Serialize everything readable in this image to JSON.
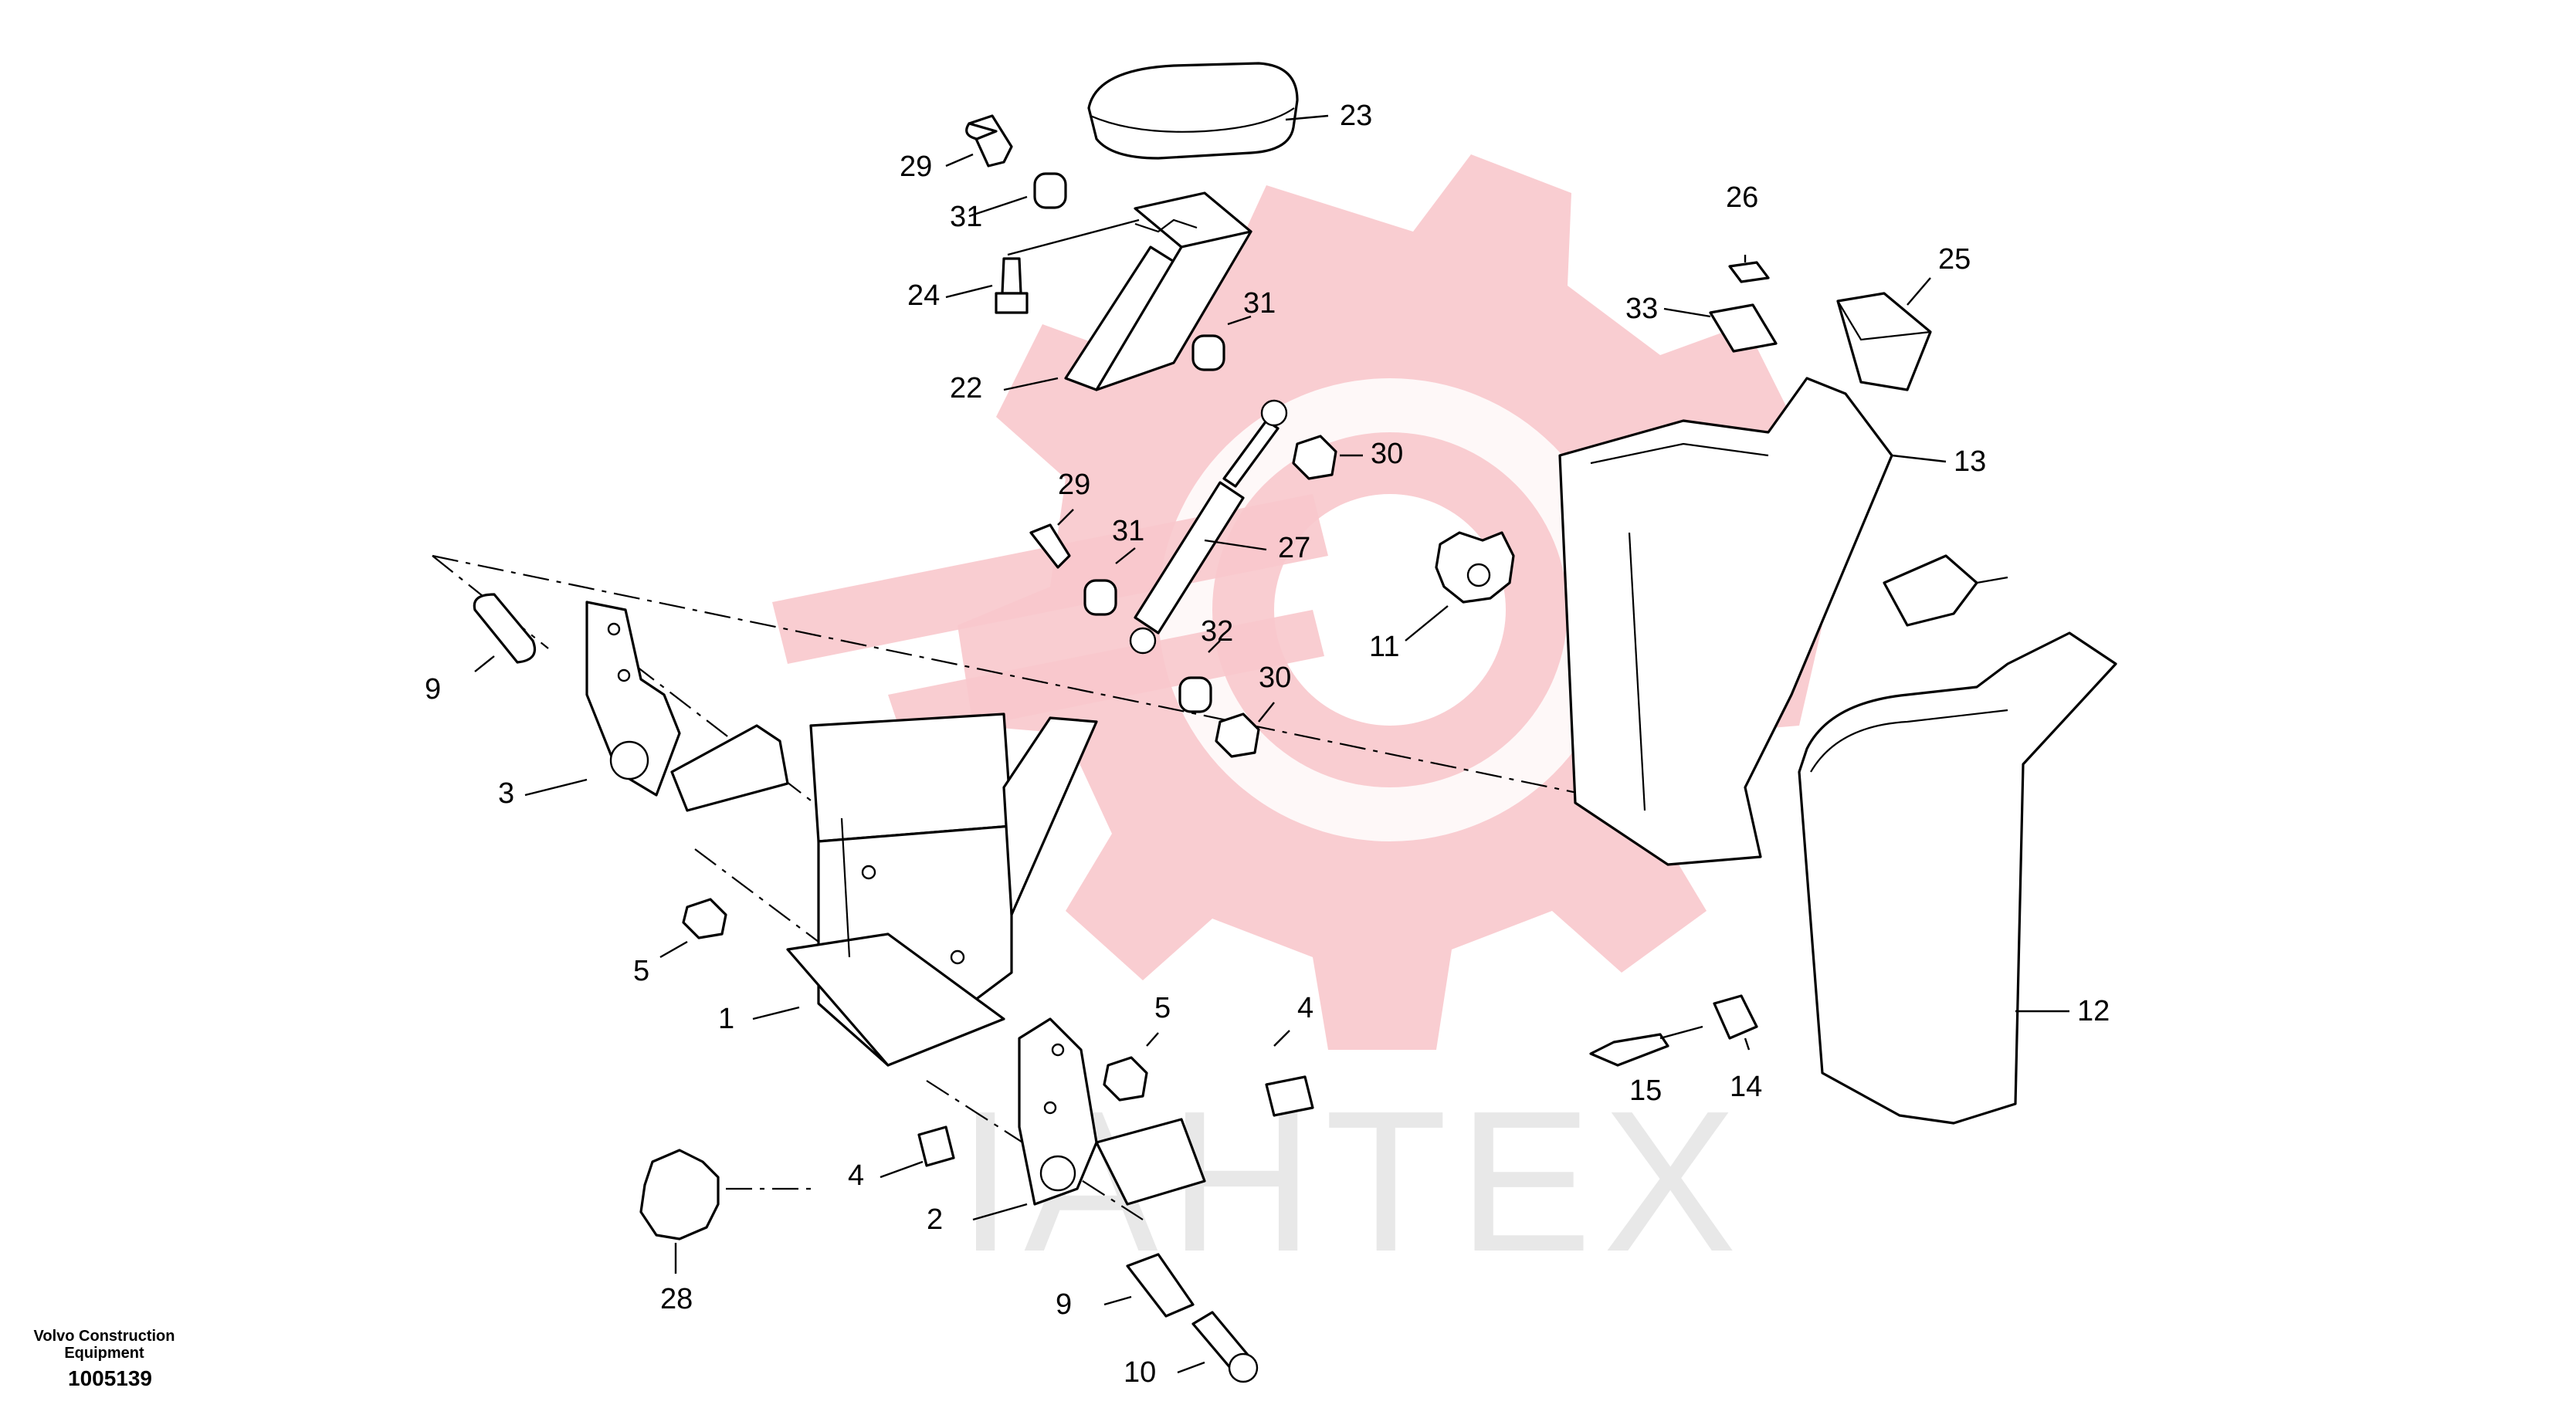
{
  "diagram": {
    "callouts": [
      {
        "id": "c1",
        "label": "1"
      },
      {
        "id": "c2",
        "label": "2"
      },
      {
        "id": "c3",
        "label": "3"
      },
      {
        "id": "c4a",
        "label": "4"
      },
      {
        "id": "c4b",
        "label": "4"
      },
      {
        "id": "c5a",
        "label": "5"
      },
      {
        "id": "c5b",
        "label": "5"
      },
      {
        "id": "c9a",
        "label": "9"
      },
      {
        "id": "c9b",
        "label": "9"
      },
      {
        "id": "c10",
        "label": "10"
      },
      {
        "id": "c11",
        "label": "11"
      },
      {
        "id": "c12",
        "label": "12"
      },
      {
        "id": "c13",
        "label": "13"
      },
      {
        "id": "c14",
        "label": "14"
      },
      {
        "id": "c15",
        "label": "15"
      },
      {
        "id": "c22",
        "label": "22"
      },
      {
        "id": "c23",
        "label": "23"
      },
      {
        "id": "c24",
        "label": "24"
      },
      {
        "id": "c25",
        "label": "25"
      },
      {
        "id": "c26",
        "label": "26"
      },
      {
        "id": "c27",
        "label": "27"
      },
      {
        "id": "c28",
        "label": "28"
      },
      {
        "id": "c29a",
        "label": "29"
      },
      {
        "id": "c29b",
        "label": "29"
      },
      {
        "id": "c30a",
        "label": "30"
      },
      {
        "id": "c30b",
        "label": "30"
      },
      {
        "id": "c31a",
        "label": "31"
      },
      {
        "id": "c31b",
        "label": "31"
      },
      {
        "id": "c31c",
        "label": "31"
      },
      {
        "id": "c32",
        "label": "32"
      },
      {
        "id": "c33",
        "label": "33"
      }
    ]
  },
  "watermark": {
    "text": "IAHTEX",
    "gear_color": "#f8c8cc",
    "text_color": "#e8e8e8"
  },
  "footer": {
    "maker_line1": "Volvo Construction",
    "maker_line2": "Equipment",
    "drawing_number": "1005139"
  }
}
